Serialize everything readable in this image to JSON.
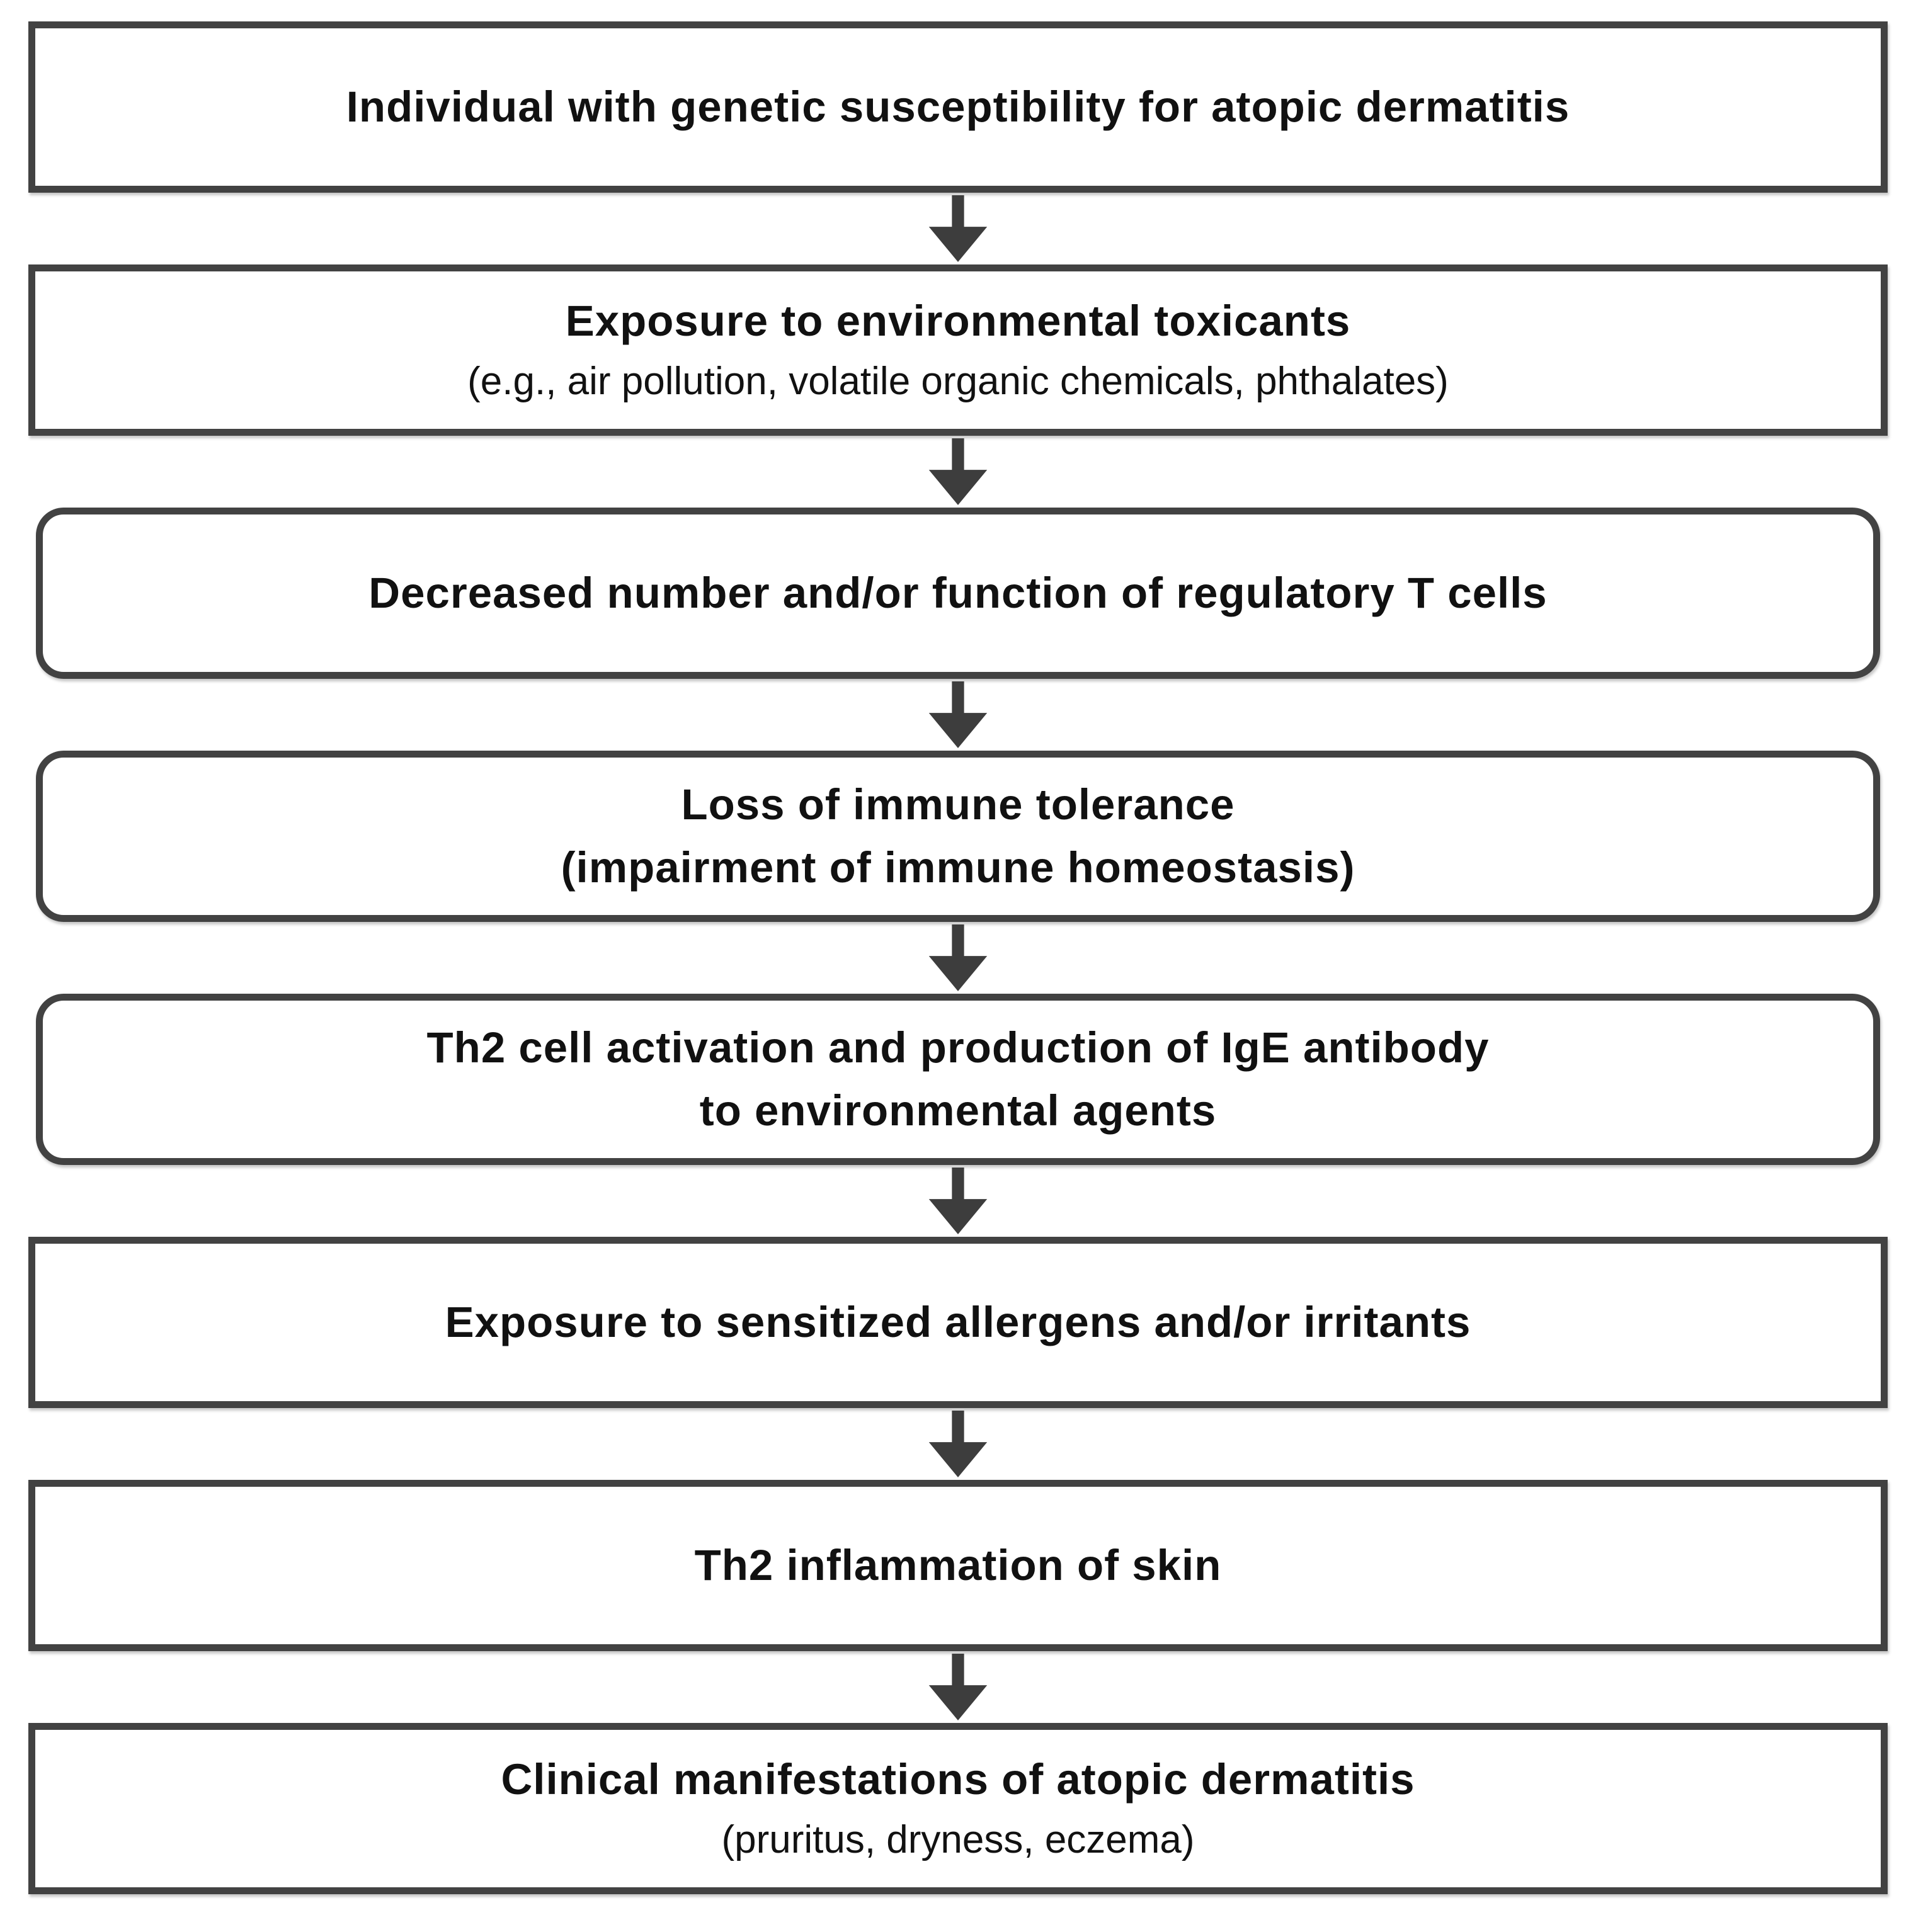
{
  "diagram": {
    "colors": {
      "border": "#424242",
      "arrow": "#3d3d3d",
      "text": "#111111",
      "background": "#ffffff"
    },
    "steps": [
      {
        "id": 1,
        "shape": "rect",
        "lines": [
          {
            "text": "Individual with genetic susceptibility for atopic dermatitis",
            "bold": true
          }
        ]
      },
      {
        "id": 2,
        "shape": "rect",
        "lines": [
          {
            "text": "Exposure to environmental toxicants",
            "bold": true
          },
          {
            "text": "(e.g., air pollution, volatile organic chemicals, phthalates)",
            "bold": false
          }
        ]
      },
      {
        "id": 3,
        "shape": "rounded",
        "lines": [
          {
            "text": "Decreased number and/or function of regulatory T cells",
            "bold": true
          }
        ]
      },
      {
        "id": 4,
        "shape": "rounded",
        "lines": [
          {
            "text": "Loss of immune tolerance",
            "bold": true
          },
          {
            "text": "(impairment of immune homeostasis)",
            "bold": true
          }
        ]
      },
      {
        "id": 5,
        "shape": "rounded",
        "lines": [
          {
            "text": "Th2 cell activation and production of IgE antibody",
            "bold": true
          },
          {
            "text": "to environmental agents",
            "bold": true
          }
        ]
      },
      {
        "id": 6,
        "shape": "rect",
        "lines": [
          {
            "text": "Exposure to sensitized allergens and/or irritants",
            "bold": true
          }
        ]
      },
      {
        "id": 7,
        "shape": "rect",
        "lines": [
          {
            "text": "Th2 inflammation of skin",
            "bold": true
          }
        ]
      },
      {
        "id": 8,
        "shape": "rect",
        "lines": [
          {
            "text": "Clinical manifestations of atopic dermatitis",
            "bold": true
          },
          {
            "text": "(pruritus, dryness, eczema)",
            "bold": false
          }
        ]
      }
    ]
  }
}
